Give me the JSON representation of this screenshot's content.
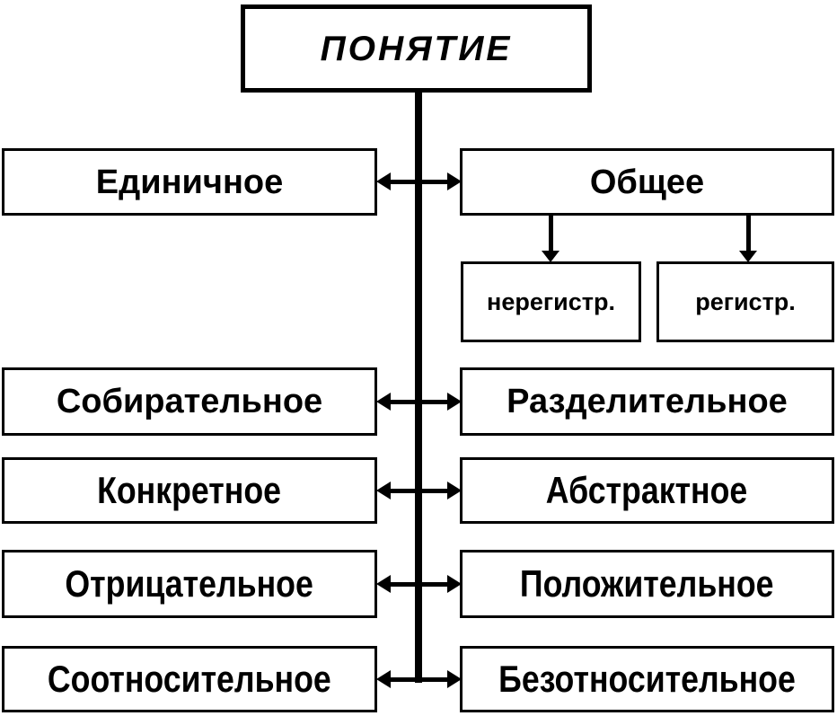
{
  "diagram": {
    "root_label": "ПОНЯТИЕ",
    "pairs": [
      {
        "left": "Единичное",
        "right": "Общее"
      },
      {
        "left": "Собирательное",
        "right": "Разделительное"
      },
      {
        "left": "Конкретное",
        "right": "Абстрактное"
      },
      {
        "left": "Отрицательное",
        "right": "Положительное"
      },
      {
        "left": "Соотносительное",
        "right": "Безотносительное"
      }
    ],
    "general_subtypes": [
      {
        "label": "нерегистр."
      },
      {
        "label": "регистр."
      }
    ],
    "colors": {
      "line": "#000000",
      "text": "#000000",
      "box_fill": "#ffffff",
      "background": "#ffffff"
    }
  }
}
